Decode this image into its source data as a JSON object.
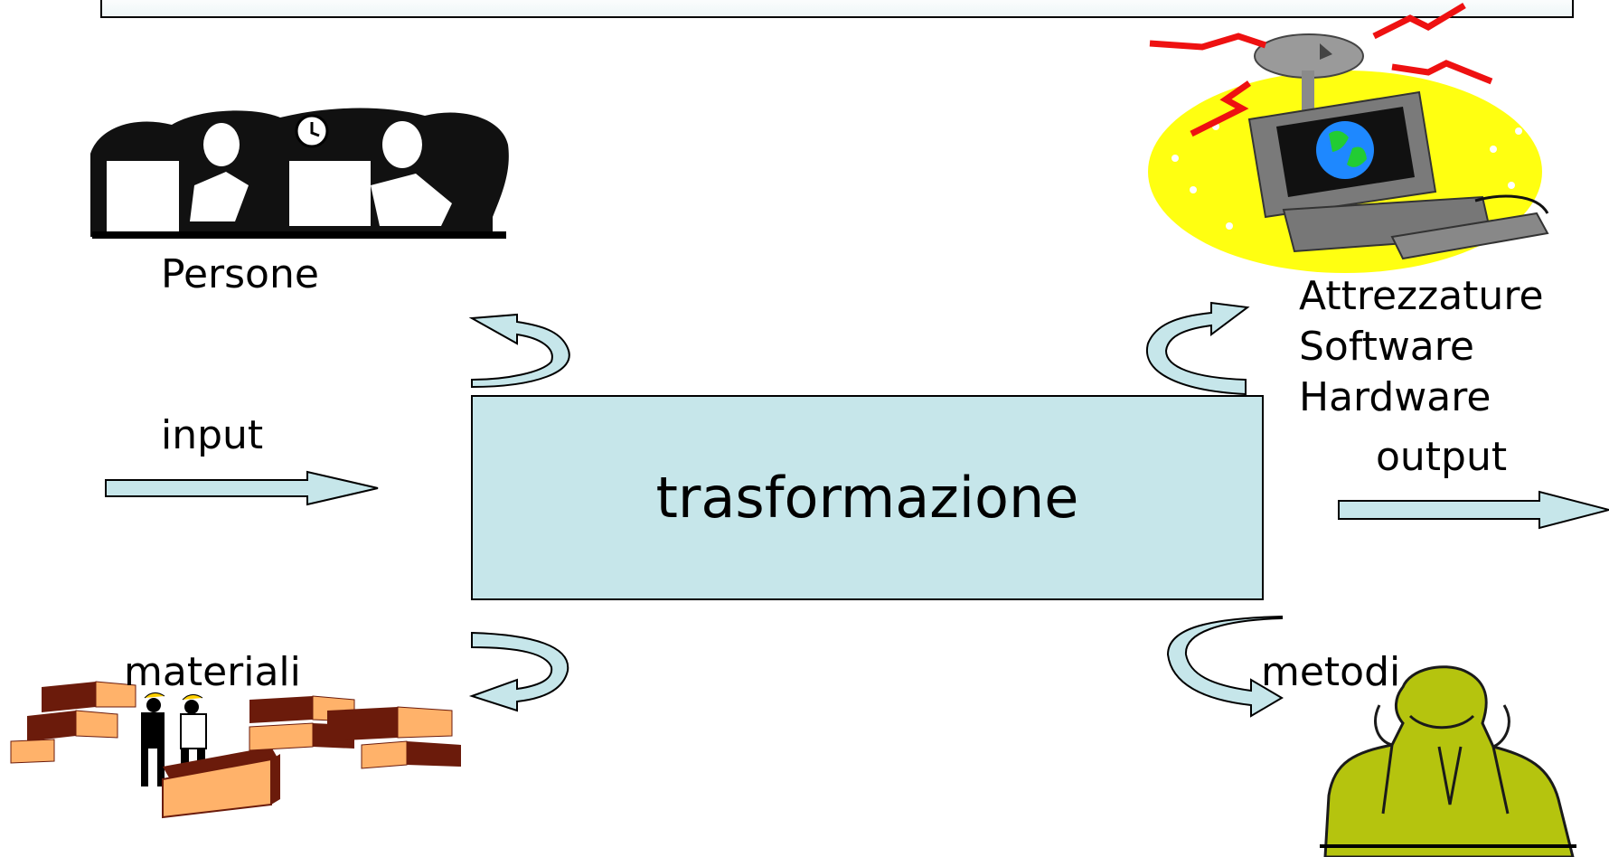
{
  "diagram": {
    "center_label": "trasformazione",
    "input_label": "input",
    "output_label": "output",
    "persone_label": "Persone",
    "materiali_label": "materiali",
    "metodi_label": "metodi",
    "tech_lines": [
      "Attrezzature",
      "Software",
      "Hardware"
    ]
  },
  "colors": {
    "box_fill": "#c6e6ea",
    "arrow_fill": "#c6e6ea",
    "stroke": "#000000",
    "globe_bg": "#ffff11",
    "crate_top": "#ffb26a",
    "crate_side": "#6b1b0b",
    "stress_figure": "#b5c40e"
  },
  "icons": {
    "people": "office-meeting-illustration",
    "tech": "computer-satellite-illustration",
    "materials": "workers-crates-illustration",
    "methods": "stressed-person-illustration"
  }
}
